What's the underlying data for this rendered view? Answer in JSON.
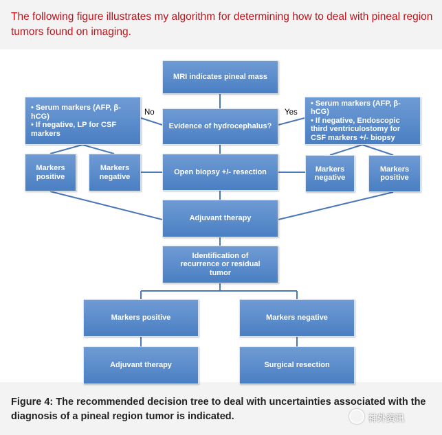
{
  "intro_text": "The following figure illustrates my algorithm for determining how to deal with pineal region tumors found on imaging.",
  "labels": {
    "no": "No",
    "yes": "Yes"
  },
  "boxes": {
    "mri": "MRI indicates pineal mass",
    "serum_left": "• Serum markers (AFP, β-\n  hCG)\n• If negative, LP for CSF\n  markers",
    "hydrocephalus": "Evidence of hydrocephalus?",
    "serum_right": "• Serum markers (AFP, β-\n  hCG)\n• If negative, Endoscopic\n  third ventriculostomy for\n  CSF markers +/- biopsy",
    "left_markers_positive": "Markers\npositive",
    "left_markers_negative": "Markers\nnegative",
    "open_biopsy": "Open biopsy +/- resection",
    "right_markers_negative": "Markers\nnegative",
    "right_markers_positive": "Markers\npositive",
    "adjuvant_1": "Adjuvant therapy",
    "identification": "Identification of\nrecurrence or residual\ntumor",
    "bottom_markers_positive": "Markers positive",
    "bottom_markers_negative": "Markers negative",
    "adjuvant_2": "Adjuvant therapy",
    "surgical_resection": "Surgical resection"
  },
  "caption": "Figure 4: The recommended decision tree to deal with uncertainties associated with the diagnosis of a pineal region tumor is indicated.",
  "watermark": "神外资讯",
  "colors": {
    "box_fill": "#5b8ccc",
    "line": "#4a78b8",
    "intro_text": "#c0121a"
  }
}
